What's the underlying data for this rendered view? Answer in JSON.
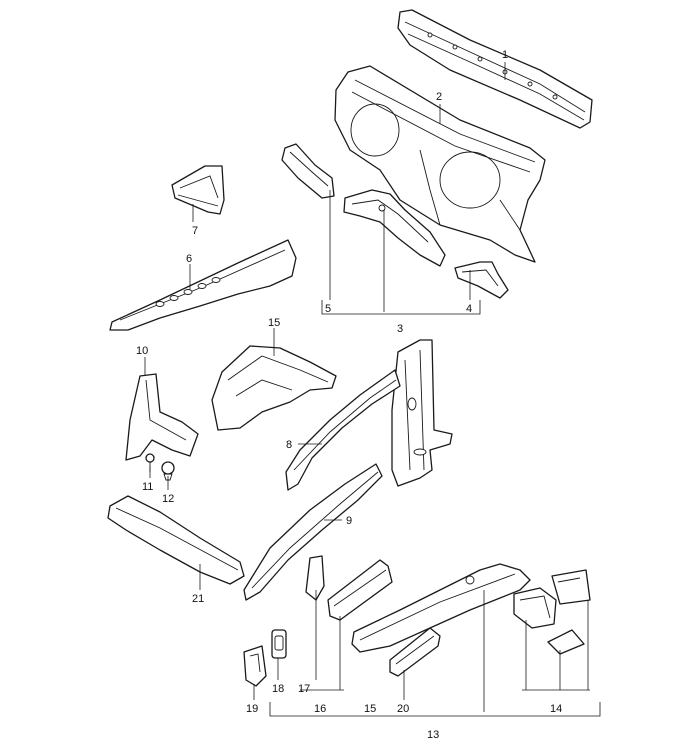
{
  "diagram": {
    "labels": {
      "p1": "1",
      "p2": "2",
      "p3": "3",
      "p4": "4",
      "p5": "5",
      "p6": "6",
      "p7": "7",
      "p8": "8",
      "p9": "9",
      "p10": "10",
      "p11": "11",
      "p12": "12",
      "p13": "13",
      "p14": "14",
      "p15a": "15",
      "p15b": "15",
      "p16": "16",
      "p17": "17",
      "p18": "18",
      "p19": "19",
      "p20": "20",
      "p21": "21"
    }
  }
}
